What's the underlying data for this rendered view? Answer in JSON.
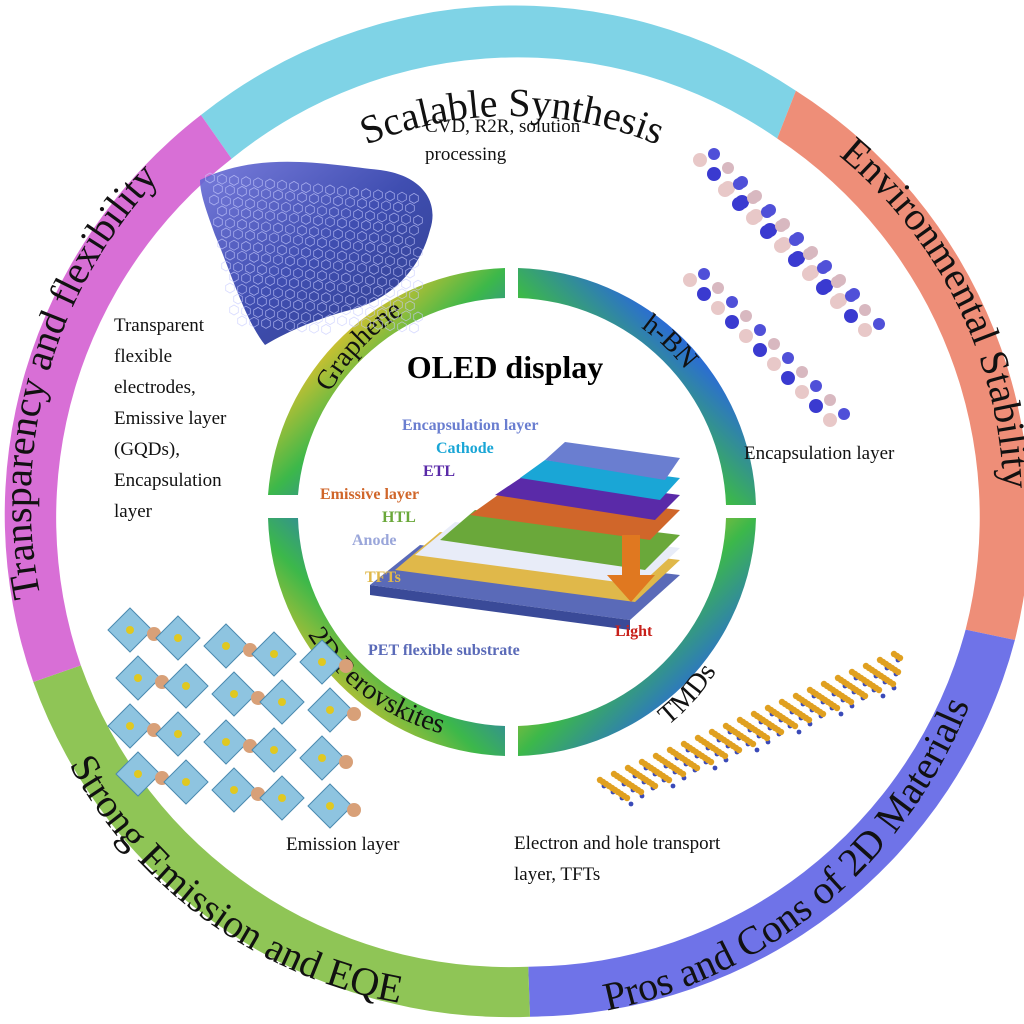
{
  "title": "OLED display",
  "outer_ring": [
    {
      "label": "Scalable Synthesis",
      "color": "#7fd3e6"
    },
    {
      "label": "Environmental Stability",
      "color": "#ee8e78"
    },
    {
      "label": "Pros and Cons of 2D Materials",
      "color": "#6f73e8"
    },
    {
      "label": "Strong Emission and EQE",
      "color": "#8fc556"
    },
    {
      "label": "Transparency and flexibility",
      "color": "#d86fd6"
    }
  ],
  "materials": [
    {
      "label": "Graphene"
    },
    {
      "label": "h-BN"
    },
    {
      "label": "TMDs"
    },
    {
      "label": "2D Perovskites"
    }
  ],
  "descriptions": {
    "synthesis": [
      "CVD, R2R, solution",
      "processing"
    ],
    "graphene": [
      "Transparent",
      "flexible",
      "electrodes,",
      "Emissive layer",
      "(GQDs),",
      "Encapsulation",
      "layer"
    ],
    "hbn": [
      "Encapsulation layer"
    ],
    "perovskite": [
      "Emission layer"
    ],
    "tmd": [
      "Electron and hole transport",
      "layer, TFTs"
    ]
  },
  "oled_layers": [
    {
      "label": "Encapsulation layer",
      "color": "#6a7ed0"
    },
    {
      "label": "Cathode",
      "color": "#1aa6d6"
    },
    {
      "label": "ETL",
      "color": "#5a2aa8"
    },
    {
      "label": "Emissive layer",
      "color": "#d0662a"
    },
    {
      "label": "HTL",
      "color": "#6aa83a"
    },
    {
      "label": "Anode",
      "color": "#9aa6da"
    },
    {
      "label": "TFTs",
      "color": "#e0b84a"
    },
    {
      "label": "PET flexible substrate",
      "color": "#5a6ab8"
    }
  ],
  "light_label": "Light",
  "colors": {
    "light_label": "#c8201a",
    "arrow": "#e07820"
  }
}
